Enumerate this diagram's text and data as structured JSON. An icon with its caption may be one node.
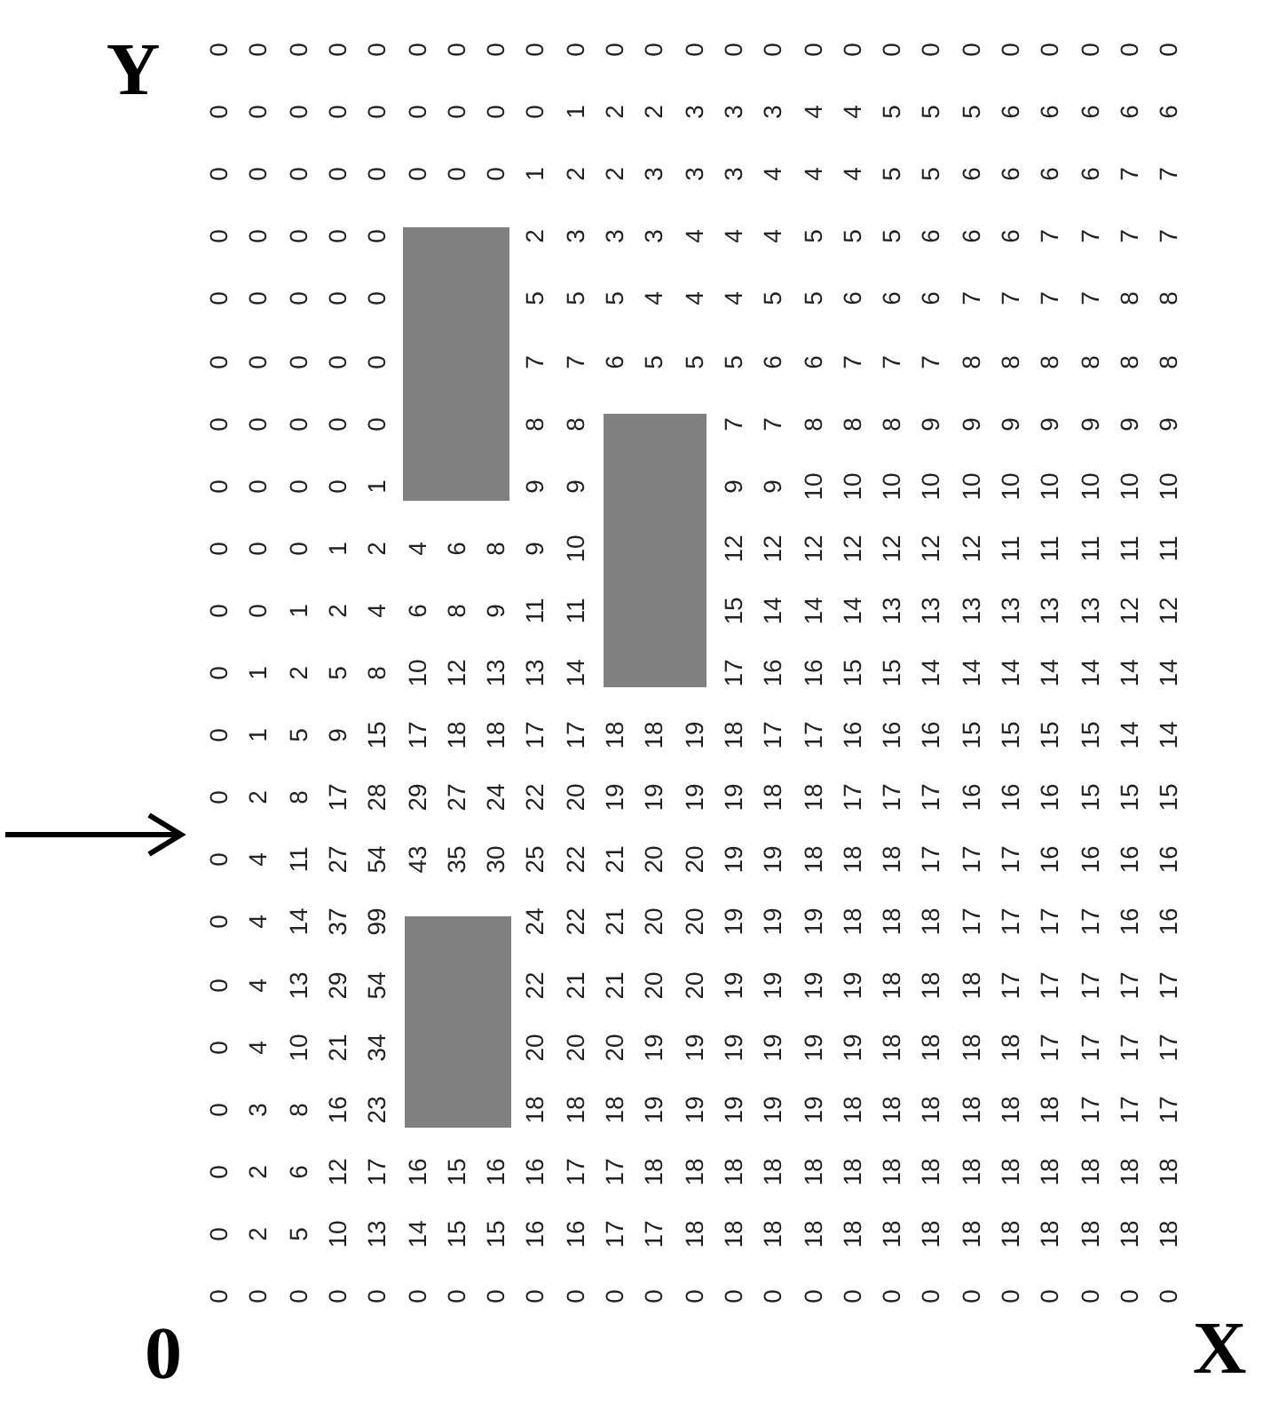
{
  "diagram": {
    "nodes": [
      {
        "text": [],
        "shape": "box"
      },
      {
        "text": [],
        "shape": "box"
      },
      {
        "text": [],
        "shape": "box"
      }
    ],
    "labels": [
      "Y",
      "0",
      "0",
      "0",
      "0",
      "0",
      "0",
      "0",
      "0",
      "0",
      "0",
      "0",
      "0",
      "0",
      "0",
      "0",
      "0",
      "0",
      "0",
      "0",
      "0",
      "0",
      "0",
      "0",
      "0",
      "0",
      "0",
      "0",
      "0",
      "0",
      "0",
      "0",
      "0",
      "0",
      "0",
      "1",
      "2",
      "2",
      "3",
      "3",
      "3",
      "4",
      "4",
      "5",
      "5",
      "5",
      "6",
      "6",
      "6",
      "6",
      "6",
      "0",
      "0",
      "0",
      "0",
      "0",
      "0",
      "0",
      "0",
      "1",
      "2",
      "2",
      "3",
      "3",
      "3",
      "4",
      "4",
      "4",
      "5",
      "5",
      "6",
      "6",
      "6",
      "6",
      "7",
      "7",
      "0",
      "0",
      "0",
      "0",
      "0",
      "2",
      "3",
      "3",
      "3",
      "4",
      "4",
      "4",
      "5",
      "5",
      "5",
      "6",
      "6",
      "6",
      "7",
      "7",
      "7",
      "7",
      "0",
      "0",
      "0",
      "0",
      "0",
      "5",
      "5",
      "5",
      "4",
      "4",
      "4",
      "5",
      "5",
      "6",
      "6",
      "6",
      "7",
      "7",
      "7",
      "7",
      "8",
      "8",
      "0",
      "0",
      "0",
      "0",
      "0",
      "7",
      "7",
      "6",
      "5",
      "5",
      "5",
      "6",
      "6",
      "7",
      "7",
      "7",
      "8",
      "8",
      "8",
      "8",
      "8",
      "8",
      "0",
      "0",
      "0",
      "0",
      "0",
      "8",
      "8",
      "7",
      "7",
      "8",
      "8",
      "8",
      "9",
      "9",
      "9",
      "9",
      "9",
      "9",
      "9",
      "0",
      "0",
      "0",
      "0",
      "1",
      "9",
      "9",
      "9",
      "9",
      "10",
      "10",
      "10",
      "10",
      "10",
      "10",
      "10",
      "10",
      "10",
      "10",
      "0",
      "0",
      "0",
      "1",
      "2",
      "4",
      "6",
      "8",
      "9",
      "10",
      "12",
      "12",
      "12",
      "12",
      "12",
      "12",
      "12",
      "11",
      "11",
      "11",
      "11",
      "11",
      "0",
      "0",
      "1",
      "2",
      "4",
      "6",
      "8",
      "9",
      "11",
      "11",
      "15",
      "14",
      "14",
      "14",
      "13",
      "13",
      "13",
      "13",
      "13",
      "13",
      "12",
      "12",
      "0",
      "1",
      "2",
      "5",
      "8",
      "10",
      "12",
      "13",
      "13",
      "14",
      "17",
      "16",
      "16",
      "15",
      "15",
      "14",
      "14",
      "14",
      "14",
      "14",
      "14",
      "14",
      "0",
      "1",
      "5",
      "9",
      "15",
      "17",
      "18",
      "18",
      "17",
      "17",
      "18",
      "18",
      "19",
      "18",
      "17",
      "17",
      "16",
      "16",
      "16",
      "15",
      "15",
      "15",
      "15",
      "14",
      "14",
      "0",
      "2",
      "8",
      "17",
      "28",
      "29",
      "27",
      "24",
      "22",
      "20",
      "19",
      "19",
      "19",
      "19",
      "18",
      "18",
      "17",
      "17",
      "17",
      "16",
      "16",
      "16",
      "15",
      "15",
      "15",
      "0",
      "4",
      "11",
      "27",
      "54",
      "43",
      "35",
      "30",
      "25",
      "22",
      "21",
      "20",
      "20",
      "19",
      "19",
      "18",
      "18",
      "18",
      "17",
      "17",
      "17",
      "16",
      "16",
      "16",
      "16",
      "0",
      "4",
      "14",
      "37",
      "99",
      "24",
      "22",
      "21",
      "20",
      "20",
      "19",
      "19",
      "19",
      "18",
      "18",
      "18",
      "17",
      "17",
      "17",
      "17",
      "16",
      "16",
      "0",
      "4",
      "13",
      "29",
      "54",
      "22",
      "21",
      "21",
      "20",
      "20",
      "19",
      "19",
      "19",
      "19",
      "18",
      "18",
      "18",
      "17",
      "17",
      "17",
      "17",
      "17",
      "0",
      "4",
      "10",
      "21",
      "34",
      "20",
      "20",
      "20",
      "19",
      "19",
      "19",
      "19",
      "19",
      "19",
      "18",
      "18",
      "18",
      "18",
      "17",
      "17",
      "17",
      "17",
      "0",
      "3",
      "8",
      "16",
      "23",
      "18",
      "18",
      "18",
      "19",
      "19",
      "19",
      "19",
      "19",
      "18",
      "18",
      "18",
      "18",
      "18",
      "18",
      "17",
      "17",
      "17",
      "0",
      "2",
      "6",
      "12",
      "17",
      "16",
      "15",
      "16",
      "16",
      "17",
      "17",
      "18",
      "18",
      "18",
      "18",
      "18",
      "18",
      "18",
      "18",
      "18",
      "18",
      "18",
      "18",
      "18",
      "18",
      "0",
      "2",
      "5",
      "10",
      "13",
      "14",
      "15",
      "15",
      "16",
      "16",
      "17",
      "17",
      "18",
      "18",
      "18",
      "18",
      "18",
      "18",
      "18",
      "18",
      "18",
      "18",
      "18",
      "18",
      "18",
      "0",
      "0",
      "0",
      "0",
      "0",
      "0",
      "0",
      "0",
      "0",
      "0",
      "0",
      "0",
      "0",
      "0",
      "0",
      "0",
      "0",
      "0",
      "0",
      "0",
      "0",
      "0",
      "0",
      "0",
      "0",
      "0",
      "X"
    ]
  }
}
